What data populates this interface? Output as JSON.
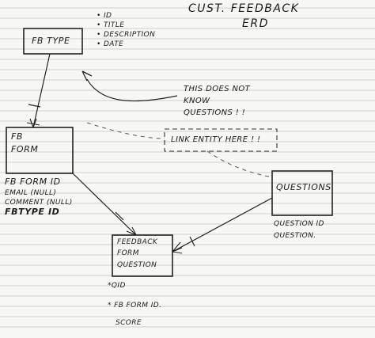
{
  "title": {
    "line1": "CUST.  FEEDBACK",
    "line2": "ERD"
  },
  "entities": {
    "fb_type": {
      "name": "FB TYPE",
      "attributes": [
        "• ID",
        "• TITLE",
        "• DESCRIPTION",
        "• DATE"
      ]
    },
    "fb_form": {
      "name_line1": "FB",
      "name_line2": "FORM",
      "attributes": [
        "FB FORM ID",
        "EMAIL (NULL)",
        "COMMENT (NULL)",
        "FBTYPE ID"
      ]
    },
    "feedback_form_question": {
      "name_line1": "FEEDBACK",
      "name_line2": "FORM",
      "name_line3": "QUESTION",
      "attributes": [
        "*QID",
        "* FB FORM ID.",
        "SCORE"
      ]
    },
    "questions": {
      "name": "QUESTIONS",
      "attributes": [
        "QUESTION ID",
        "QUESTION."
      ]
    }
  },
  "notes": {
    "note1_line1": "THIS DOES NOT",
    "note1_line2": "KNOW",
    "note1_line3": "QUESTIONS ! !",
    "note2": "LINK ENTITY HERE ! !"
  }
}
